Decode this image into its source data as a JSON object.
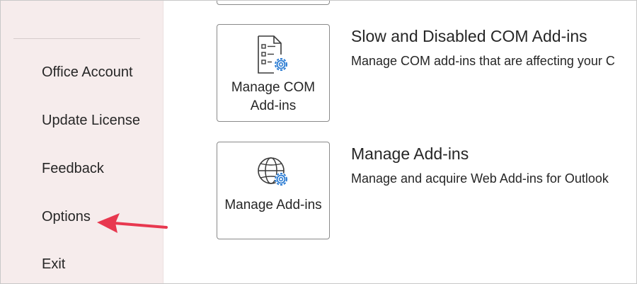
{
  "sidebar": {
    "items": [
      {
        "label": "Office Account"
      },
      {
        "label": "Update License"
      },
      {
        "label": "Feedback"
      },
      {
        "label": "Options"
      },
      {
        "label": "Exit"
      }
    ]
  },
  "sections": [
    {
      "button_label": "Manage COM Add-ins",
      "title": "Slow and Disabled COM Add-ins",
      "description": "Manage COM add-ins that are affecting your C",
      "icon": "checklist-gear-icon"
    },
    {
      "button_label": "Manage Add-ins",
      "title": "Manage Add-ins",
      "description": "Manage and acquire Web Add-ins for Outlook",
      "icon": "globe-gear-icon"
    }
  ],
  "annotation": {
    "arrow_color": "#e8384f",
    "target": "Options"
  }
}
